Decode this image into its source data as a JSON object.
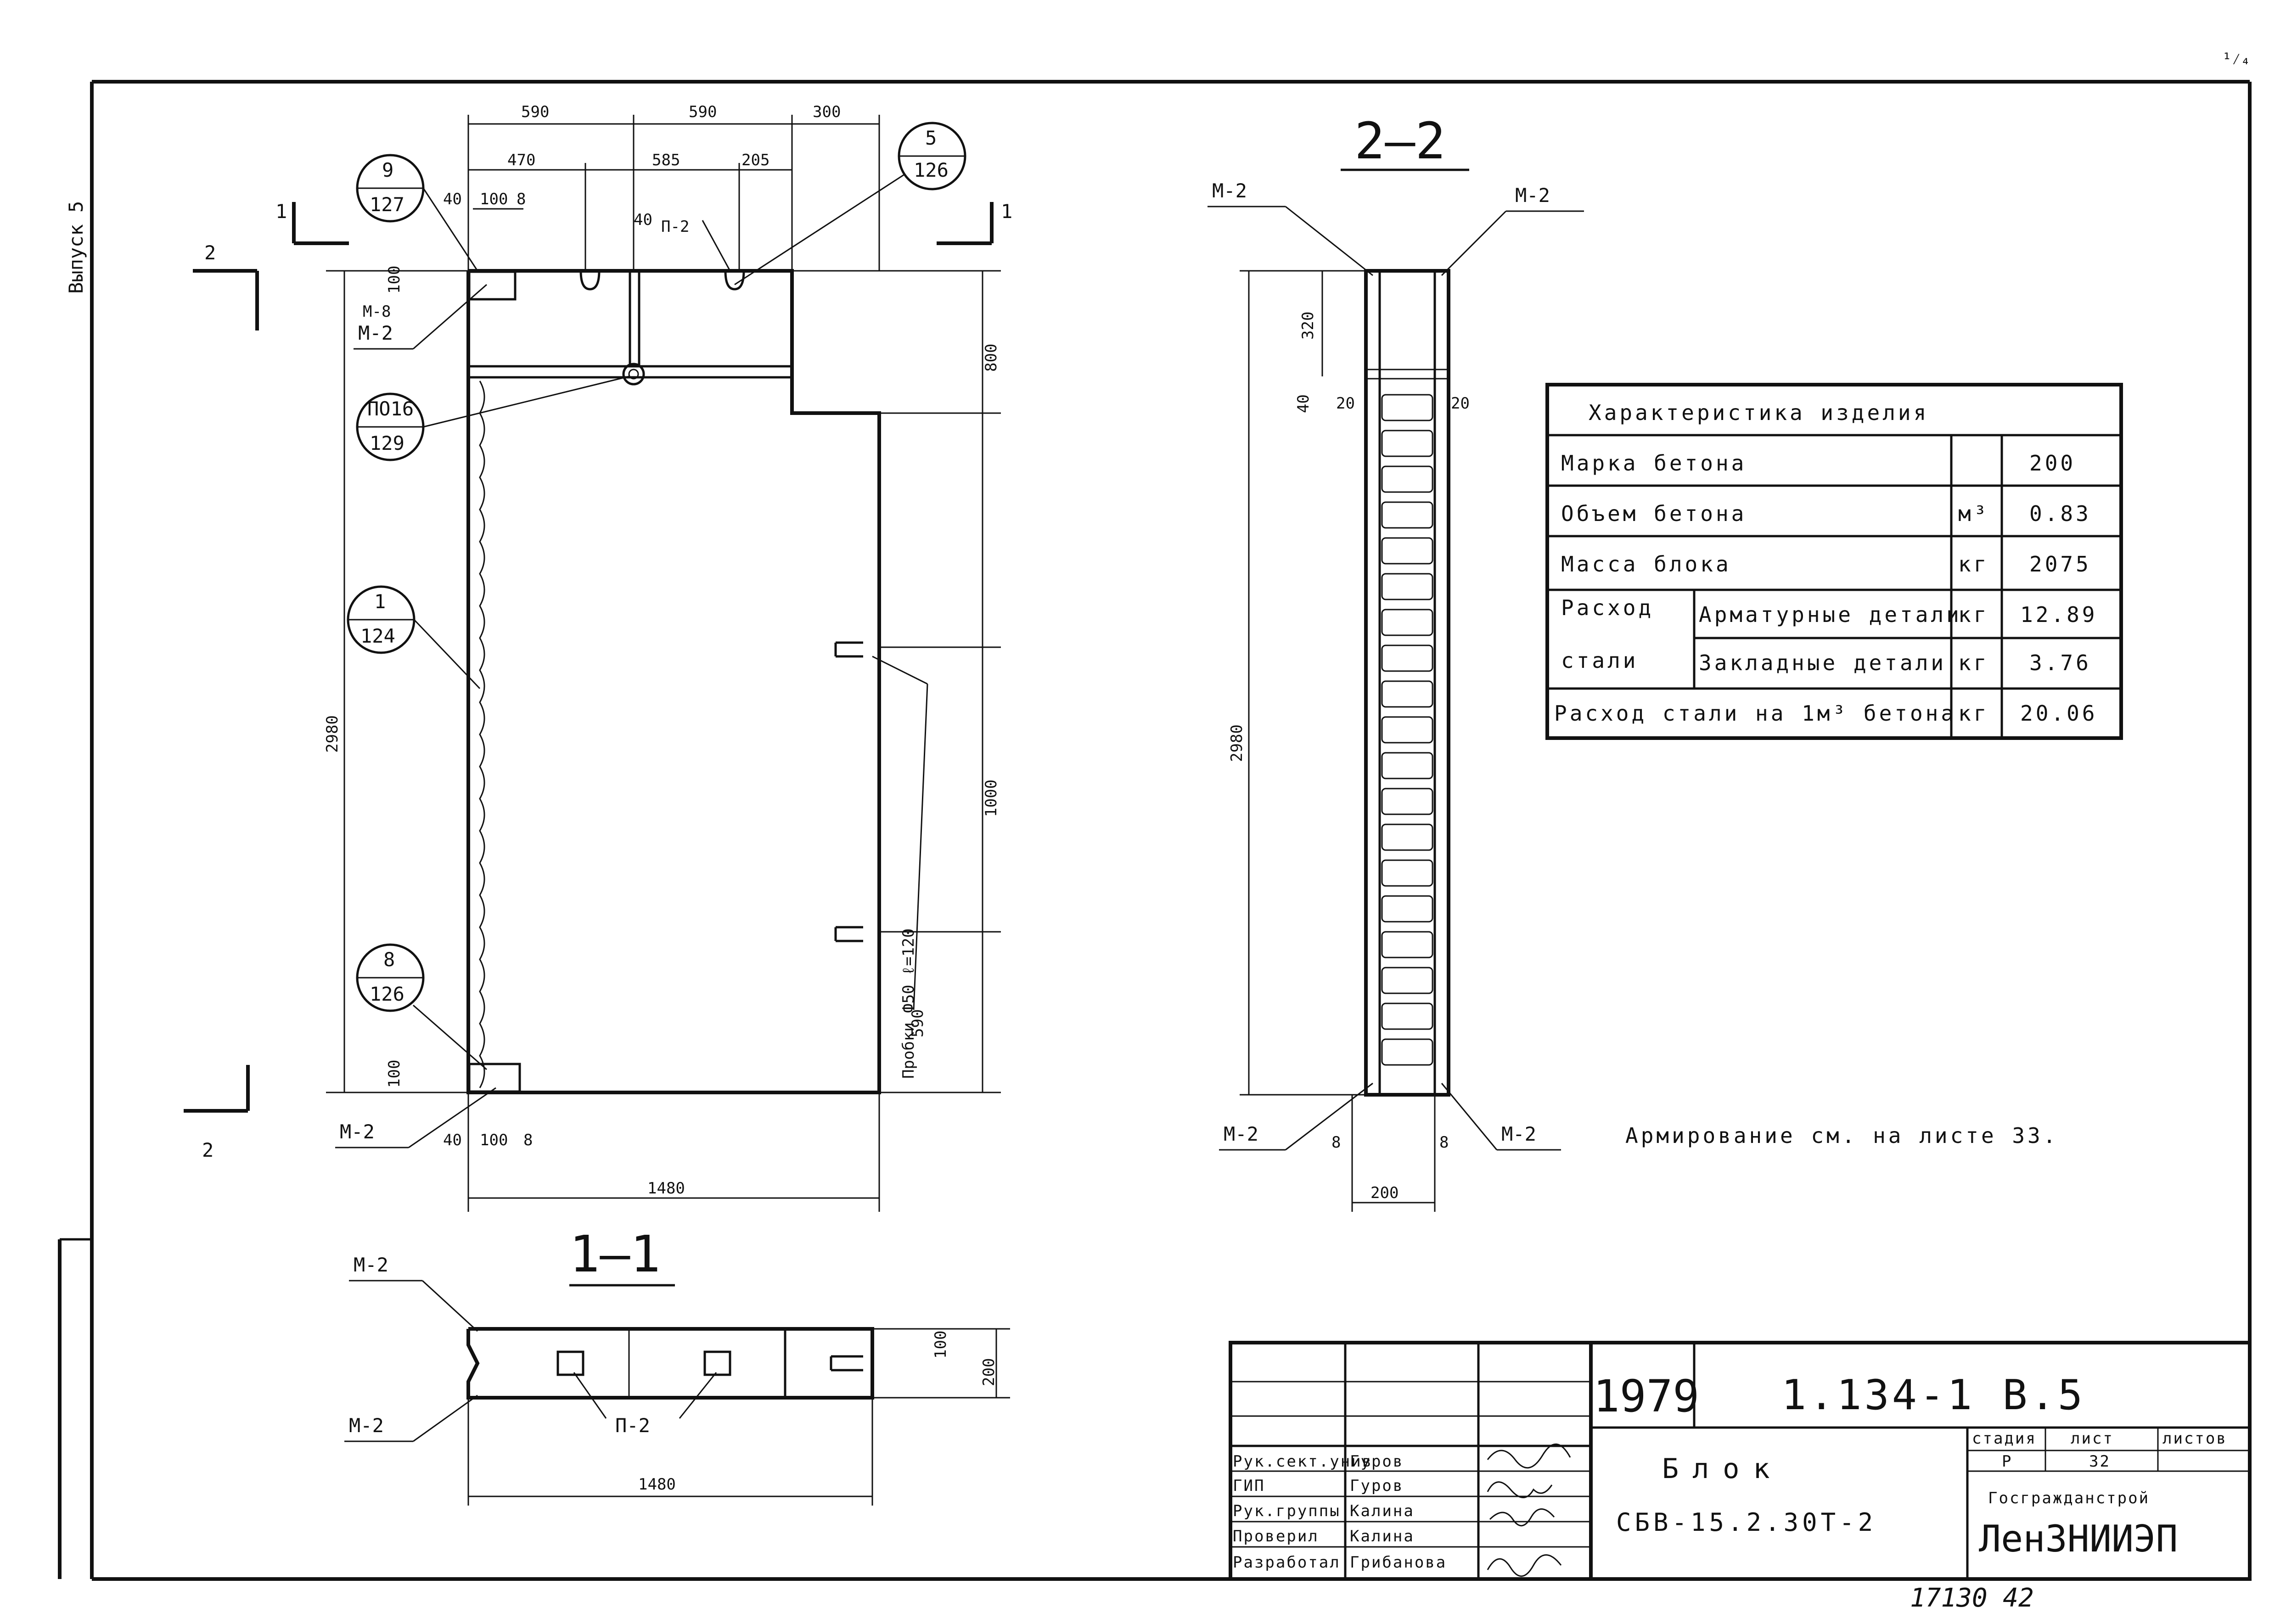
{
  "margin_label": "Выпуск 5",
  "corner_mark": "¹⁄₄",
  "sections": {
    "section_22": "2–2",
    "section_11": "1–1",
    "cut_1": "1",
    "cut_2": "2"
  },
  "elevation": {
    "top_dims": [
      "590",
      "590",
      "300"
    ],
    "sub_dims": [
      "470",
      "585",
      "205"
    ],
    "detail_dims": [
      "40",
      "100",
      "8"
    ],
    "bottom_dims": [
      "40",
      "100",
      "8"
    ],
    "left_small": [
      "100",
      "8",
      "100",
      "8"
    ],
    "dim_40_top": "40",
    "label_p2": "П-2",
    "height_total": "2980",
    "height_top": "800",
    "height_mid": "1000",
    "height_bottom": "590",
    "width_total": "1480",
    "plugs_note": "Пробки Ф50 ℓ=120",
    "mark_m8": "М-8",
    "mark_m2": "М-2",
    "callouts": [
      {
        "num": "9",
        "sheet": "127"
      },
      {
        "num": "5",
        "sheet": "126"
      },
      {
        "num": "ПО16",
        "sheet": "129"
      },
      {
        "num": "1",
        "sheet": "124"
      },
      {
        "num": "8",
        "sheet": "126"
      }
    ]
  },
  "side": {
    "m2": "М-2",
    "dim_320": "320",
    "dim_40": "40",
    "dim_20a": "20",
    "dim_20b": "20",
    "dim_2980": "2980",
    "dim_8a": "8",
    "dim_8b": "8",
    "dim_200": "200"
  },
  "plan": {
    "m2": "М-2",
    "p2": "П-2",
    "dim_100": "100",
    "dim_200": "200",
    "dim_1480": "1480"
  },
  "char_table": {
    "title": "Характеристика изделия",
    "rows": [
      {
        "name": "Марка бетона",
        "unit": "",
        "value": "200"
      },
      {
        "name": "Объем бетона",
        "unit": "м³",
        "value": "0.83"
      },
      {
        "name": "Масса блока",
        "unit": "кг",
        "value": "2075"
      },
      {
        "name": "Расход",
        "sub": "Арматурные детали",
        "unit": "кг",
        "value": "12.89"
      },
      {
        "name": "стали",
        "sub": "Закладные детали",
        "unit": "кг",
        "value": "3.76"
      },
      {
        "name": "Расход стали на 1м³ бетона",
        "unit": "кг",
        "value": "20.06"
      }
    ]
  },
  "note": "Армирование см. на листе 33.",
  "title_block": {
    "year": "1979",
    "doc": "1.134-1 В.5",
    "name": "Блок",
    "code": "СБВ-15.2.30Т-2",
    "stage_hdr": "стадия",
    "sheet_hdr": "лист",
    "sheets_hdr": "листов",
    "stage": "Р",
    "sheet": "32",
    "org1": "Госгражданстрой",
    "org2": "ЛенЗНИИЭП",
    "roles": [
      {
        "role": "Рук.сект.унив",
        "name": "Гуров"
      },
      {
        "role": "ГИП",
        "name": "Гуров"
      },
      {
        "role": "Рук.группы",
        "name": "Калина"
      },
      {
        "role": "Проверил",
        "name": "Калина"
      },
      {
        "role": "Разработал",
        "name": "Грибанова"
      }
    ]
  },
  "bottom_stamp": "17130 42"
}
